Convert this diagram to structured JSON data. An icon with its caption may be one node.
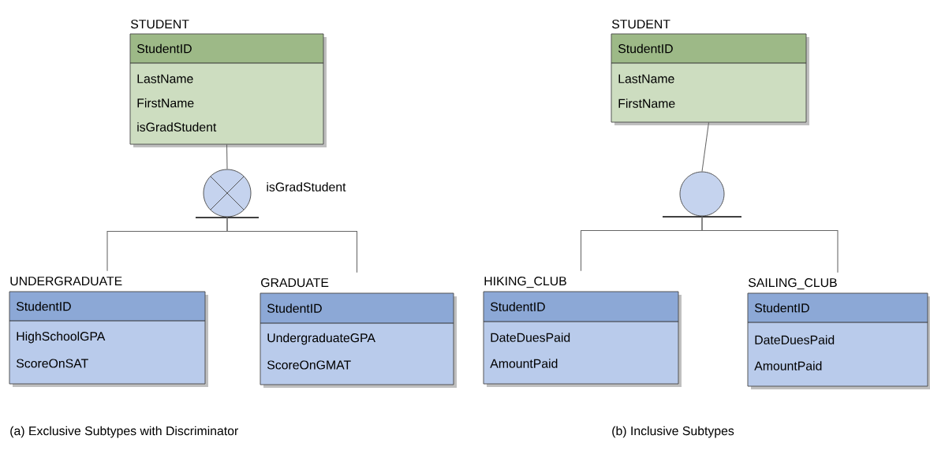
{
  "diagram": {
    "nodes": [
      {
        "text": [
          "STUDENT",
          "StudentID",
          "LastName",
          "FirstName",
          "isGradStudent"
        ]
      },
      {
        "text": [],
        "shape": "circle",
        "beside": [
          "isGradStudent"
        ]
      },
      {
        "text": [
          "UNDERGRADUATE",
          "StudentID",
          "HighSchoolGPA",
          "ScoreOnSAT"
        ]
      },
      {
        "text": [
          "GRADUATE",
          "StudentID",
          "UndergraduateGPA",
          "ScoreOnGMAT"
        ]
      },
      {
        "text": [
          "STUDENT",
          "StudentID",
          "LastName",
          "FirstName"
        ]
      },
      {
        "text": [],
        "shape": "circle"
      },
      {
        "text": [
          "HIKING_CLUB",
          "StudentID",
          "DateDuesPaid",
          "AmountPaid"
        ]
      },
      {
        "text": [
          "SAILING_CLUB",
          "StudentID",
          "DateDuesPaid",
          "AmountPaid"
        ]
      }
    ],
    "edges": [
      {
        "from": 0,
        "to": 1,
        "arrow": "none"
      },
      {
        "from": 1,
        "to": 2,
        "arrow": "none"
      },
      {
        "from": 1,
        "to": 3,
        "arrow": "none"
      },
      {
        "from": 4,
        "to": 5,
        "arrow": "none"
      },
      {
        "from": 5,
        "to": 6,
        "arrow": "none"
      },
      {
        "from": 5,
        "to": 7,
        "arrow": "none"
      }
    ],
    "labels": [
      "(a) Exclusive Subtypes with Discriminator",
      "(b) Inclusive Subtypes"
    ]
  }
}
